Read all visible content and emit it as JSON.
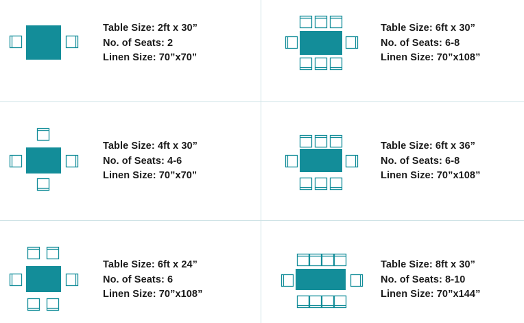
{
  "colors": {
    "table": "#138d99",
    "chair": "#138d99",
    "divider": "#cfe3e6",
    "text": "#1a1a1a"
  },
  "cards": [
    {
      "table_size": "Table Size: 2ft x 30”",
      "seats": "No. of Seats: 2",
      "linen": "Linen Size: 70”x70”"
    },
    {
      "table_size": "Table Size: 6ft x 30”",
      "seats": "No. of Seats: 6-8",
      "linen": "Linen Size: 70”x108”"
    },
    {
      "table_size": "Table Size: 4ft x 30”",
      "seats": "No. of Seats: 4-6",
      "linen": "Linen Size: 70”x70”"
    },
    {
      "table_size": "Table Size: 6ft x 36”",
      "seats": "No. of Seats: 6-8",
      "linen": "Linen Size: 70”x108”"
    },
    {
      "table_size": "Table Size: 6ft x 24”",
      "seats": "No. of Seats: 6",
      "linen": "Linen Size: 70”x108”"
    },
    {
      "table_size": "Table Size: 8ft x 30”",
      "seats": "No. of Seats: 8-10",
      "linen": "Linen Size: 70”x144”"
    }
  ]
}
